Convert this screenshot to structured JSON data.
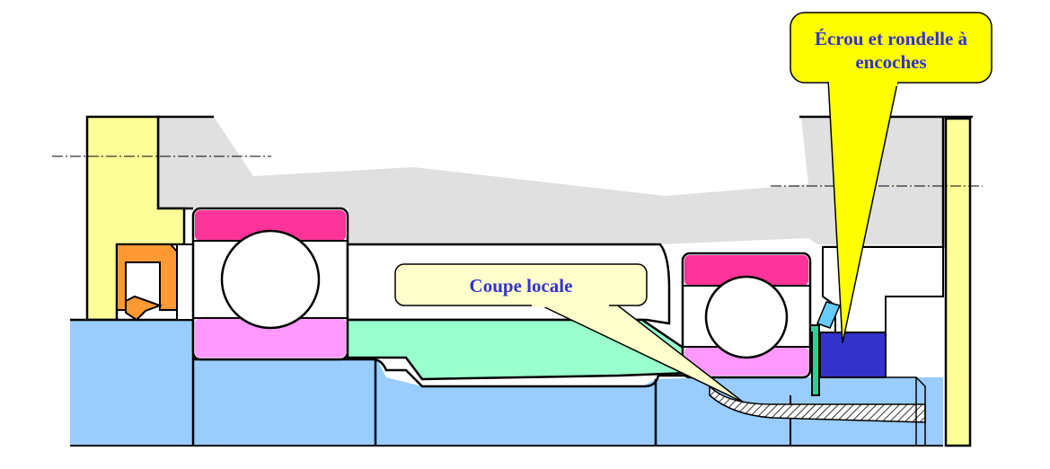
{
  "callouts": {
    "nut_washer": "Écrou et rondelle à encoches",
    "nut_washer_line1": "Écrou et rondelle à",
    "nut_washer_line2": "encoches",
    "local_section": "Coupe locale"
  },
  "colors": {
    "shaft": "#99ccff",
    "housing": "#e0e0e0",
    "yellow_part": "#ffff99",
    "bearing_ring_outer": "#ff3399",
    "bearing_ring_inner": "#ff99ff",
    "spacer": "#99ffcc",
    "seal": "#ff9933",
    "nut": "#3333cc",
    "washer": "#33cc99",
    "washer_tab": "#66ccff",
    "callout_yellow": "#ffff00",
    "callout_cream": "#ffffcc",
    "callout_text": "#3333cc",
    "outline": "#000000"
  }
}
